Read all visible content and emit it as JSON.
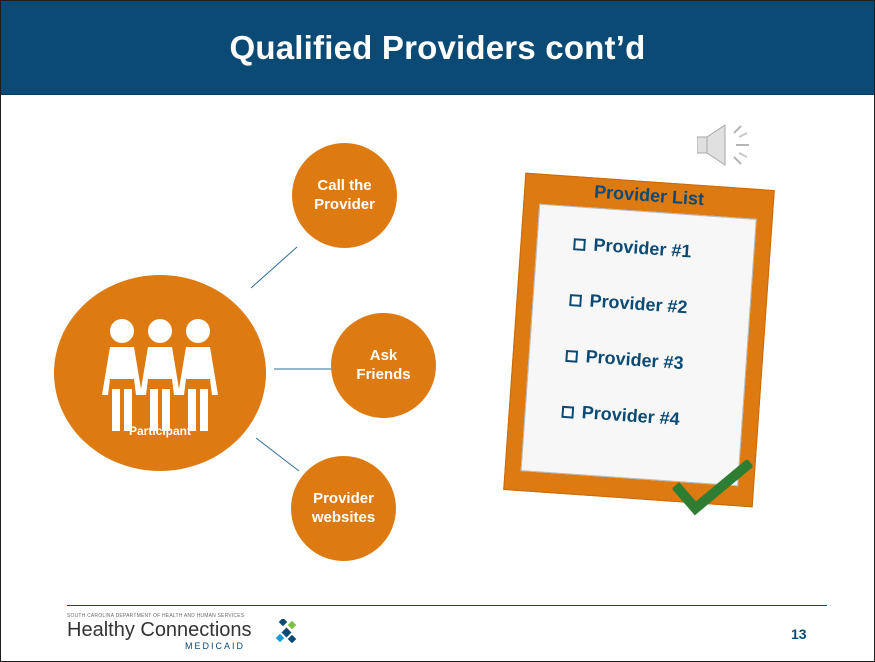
{
  "slide": {
    "title": "Qualified Providers cont’d",
    "page_number": "13"
  },
  "diagram": {
    "center": {
      "label": "Participant"
    },
    "nodes": [
      {
        "label": "Call the\nProvider"
      },
      {
        "label": "Ask\nFriends"
      },
      {
        "label": "Provider\nwebsites"
      }
    ]
  },
  "clipboard": {
    "title": "Provider List",
    "items": [
      "Provider #1",
      "Provider #2",
      "Provider #3",
      "Provider #4"
    ]
  },
  "footer": {
    "logo_small": "SOUTH CAROLINA DEPARTMENT OF HEALTH AND HUMAN SERVICES",
    "logo_main": "Healthy Connections",
    "logo_sub": "MEDICAID"
  },
  "colors": {
    "title_bar": "#0b4a74",
    "orange": "#dd7a12",
    "navy_text": "#0b4a74",
    "check_green": "#2e7d32"
  },
  "icons": {
    "audio": "speaker-icon",
    "people": "people-icon",
    "checkbox": "checkbox-icon",
    "checkmark": "checkmark-icon",
    "logo": "healthy-connections-logo"
  }
}
